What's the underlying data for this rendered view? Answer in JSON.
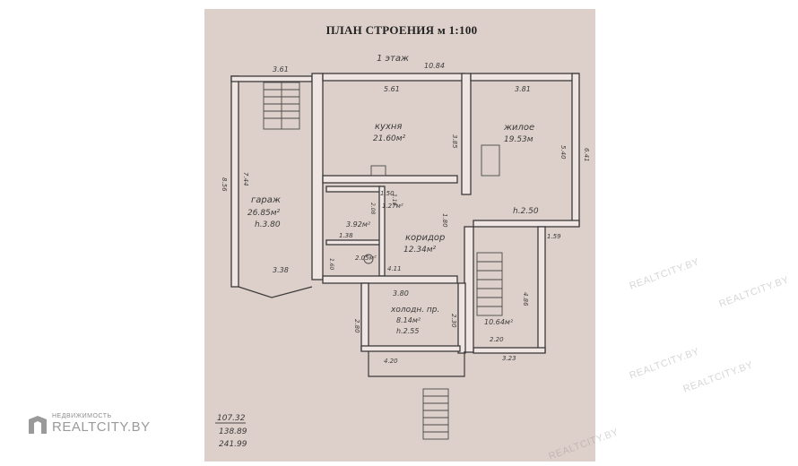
{
  "title": "ПЛАН СТРОЕНИЯ м 1:100",
  "floor": "1 этаж",
  "rooms": {
    "garage": {
      "name": "гараж",
      "area": "26.85м²",
      "height": "h.3.80"
    },
    "kitchen": {
      "name": "кухня",
      "area": "21.60м²"
    },
    "living": {
      "name": "жилое",
      "area": "19.53м"
    },
    "corridor": {
      "name": "коридор",
      "area": "12.34м²"
    },
    "bath": {
      "area": "3.92м²"
    },
    "wc1": {
      "area": "1.27м²"
    },
    "wc2": {
      "area": "2.05м²"
    },
    "cold_store": {
      "name": "холодн. пр.",
      "area": "8.14м²",
      "height": "h.2.55"
    },
    "stair_room": {
      "area": "10.64м²"
    }
  },
  "height_living": "h.2.50",
  "dims": {
    "d361": "3.61",
    "d1084": "10.84",
    "d561": "5.61",
    "d381": "3.81",
    "d385": "3.85",
    "d540": "5.40",
    "d641": "6.41",
    "d856": "8.56",
    "d744": "7.44",
    "d338": "3.38",
    "d150": "1.50",
    "d138": "1.38",
    "d208": "2.08",
    "d180": "1.80",
    "d160": "1.60",
    "d118": "1.18",
    "d411": "4.11",
    "d159": "1.59",
    "d486": "4.86",
    "d380": "3.80",
    "d280": "2.80",
    "d230": "2.30",
    "d220": "2.20",
    "d420": "4.20",
    "d323": "3.23"
  },
  "totals": {
    "t1": "107.32",
    "t2": "138.89",
    "t3": "241.99"
  },
  "watermark": {
    "small": "НЕДВИЖИМОСТЬ",
    "big": "REALTCITY.BY",
    "faint": "REALTCITY.BY"
  }
}
